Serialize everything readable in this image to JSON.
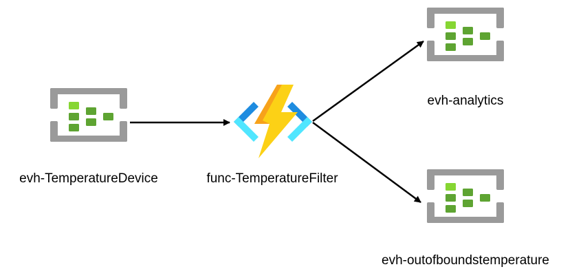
{
  "nodes": {
    "source": {
      "label": "evh-TemperatureDevice",
      "icon": "event-hub-icon"
    },
    "function": {
      "label": "func-TemperatureFilter",
      "icon": "function-app-icon"
    },
    "analytics": {
      "label": "evh-analytics",
      "icon": "event-hub-icon"
    },
    "outofbound": {
      "label": "evh-outofboundstemperature",
      "icon": "event-hub-icon"
    }
  },
  "colors": {
    "hub_frame": "#9a9a9a",
    "hub_green_light": "#86d633",
    "hub_green": "#5ea432",
    "bolt_yellow": "#fcd116",
    "bolt_orange": "#f7a21b",
    "bracket_blue": "#1e8ce0",
    "bracket_light_blue": "#50e6ff",
    "arrow": "#000000"
  }
}
